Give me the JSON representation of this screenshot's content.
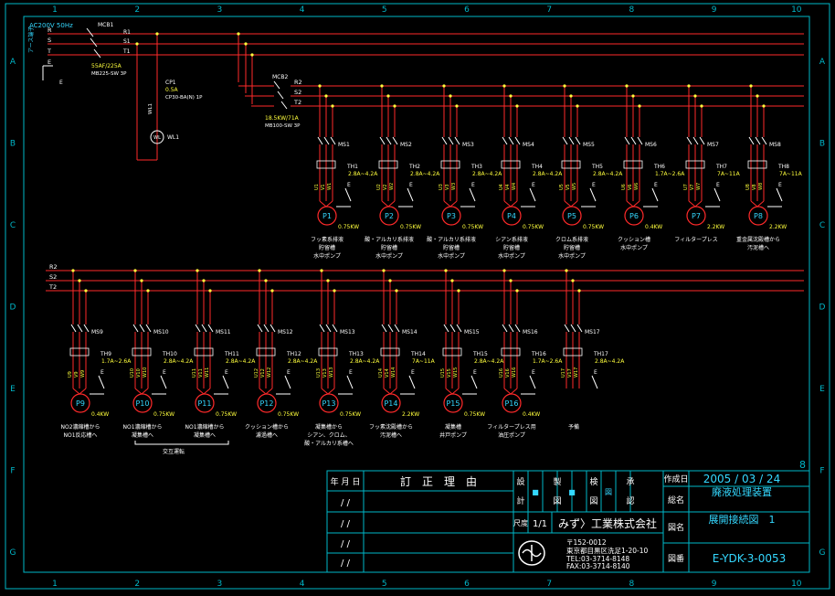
{
  "colors": {
    "background": "#000000",
    "frame": "#00b7c9",
    "red": "#ff2a2a",
    "white": "#ffffff",
    "yellow": "#ffff3c",
    "cyan": "#34d8ff",
    "terminal": "#ffff00"
  },
  "grid": {
    "columns": [
      "1",
      "2",
      "3",
      "4",
      "5",
      "6",
      "7",
      "8",
      "9",
      "10"
    ],
    "rows": [
      "A",
      "B",
      "C",
      "D",
      "E",
      "F",
      "G"
    ]
  },
  "supply": {
    "voltage_label": "AC200V 50Hz",
    "phases": [
      "R",
      "S",
      "T"
    ],
    "earth_label": "E",
    "side_note": "アース端子",
    "main_breaker": {
      "name": "MCB1",
      "rating": "55AF/225A",
      "model": "MB225-SW 3P"
    },
    "cp": {
      "name": "CP1",
      "rating": "0.5A",
      "model": "CP30-BA(N) 1P"
    },
    "lamp": {
      "wire_label": "WL1",
      "name": "WL1"
    },
    "branch_breaker": {
      "name": "MCB2",
      "rating": "18.5KW/71A",
      "model": "MB100-SW 3P"
    },
    "branch_phases": [
      "R2",
      "S2",
      "T2"
    ]
  },
  "motors": [
    {
      "id": "P1",
      "breaker": "MS1",
      "thermal": "TH1",
      "range": "2.8A~4.2A",
      "kw": "0.75KW",
      "wires": [
        "U1",
        "V1",
        "W1"
      ],
      "desc": [
        "フッ素系排液",
        "貯留槽",
        "水中ポンプ"
      ]
    },
    {
      "id": "P2",
      "breaker": "MS2",
      "thermal": "TH2",
      "range": "2.8A~4.2A",
      "kw": "0.75KW",
      "wires": [
        "U2",
        "V2",
        "W2"
      ],
      "desc": [
        "酸・アルカリ系排液",
        "貯留槽",
        "水中ポンプ"
      ]
    },
    {
      "id": "P3",
      "breaker": "MS3",
      "thermal": "TH3",
      "range": "2.8A~4.2A",
      "kw": "0.75KW",
      "wires": [
        "U3",
        "V3",
        "W3"
      ],
      "desc": [
        "酸・アルカリ系排液",
        "貯留槽",
        "水中ポンプ"
      ]
    },
    {
      "id": "P4",
      "breaker": "MS4",
      "thermal": "TH4",
      "range": "2.8A~4.2A",
      "kw": "0.75KW",
      "wires": [
        "U4",
        "V4",
        "W4"
      ],
      "desc": [
        "シアン系排液",
        "貯留槽",
        "水中ポンプ"
      ]
    },
    {
      "id": "P5",
      "breaker": "MS5",
      "thermal": "TH5",
      "range": "2.8A~4.2A",
      "kw": "0.75KW",
      "wires": [
        "U5",
        "V5",
        "W5"
      ],
      "desc": [
        "クロム系排液",
        "貯留槽",
        "水中ポンプ"
      ]
    },
    {
      "id": "P6",
      "breaker": "MS6",
      "thermal": "TH6",
      "range": "1.7A~2.6A",
      "kw": "0.4KW",
      "wires": [
        "U6",
        "V6",
        "W6"
      ],
      "desc": [
        "クッション槽",
        "水中ポンプ"
      ]
    },
    {
      "id": "P7",
      "breaker": "MS7",
      "thermal": "TH7",
      "range": "7A~11A",
      "kw": "2.2KW",
      "wires": [
        "U7",
        "V7",
        "W7"
      ],
      "desc": [
        "フィルタープレス"
      ]
    },
    {
      "id": "P8",
      "breaker": "MS8",
      "thermal": "TH8",
      "range": "7A~11A",
      "kw": "2.2KW",
      "wires": [
        "U8",
        "V8",
        "W8"
      ],
      "desc": [
        "重金属沈殿槽から",
        "汚泥槽へ"
      ]
    },
    {
      "id": "P9",
      "breaker": "MS9",
      "thermal": "TH9",
      "range": "1.7A~2.6A",
      "kw": "0.4KW",
      "wires": [
        "U9",
        "V9",
        "W9"
      ],
      "desc": [
        "NO2濃縮槽から",
        "NO1反応槽へ"
      ]
    },
    {
      "id": "P10",
      "breaker": "MS10",
      "thermal": "TH10",
      "range": "2.8A~4.2A",
      "kw": "0.75KW",
      "wires": [
        "U10",
        "V10",
        "W10"
      ],
      "desc": [
        "NO1濃縮槽から",
        "凝集槽へ"
      ]
    },
    {
      "id": "P11",
      "breaker": "MS11",
      "thermal": "TH11",
      "range": "2.8A~4.2A",
      "kw": "0.75KW",
      "wires": [
        "U11",
        "V11",
        "W11"
      ],
      "desc": [
        "NO1濃縮槽から",
        "凝集槽へ"
      ]
    },
    {
      "id": "P12",
      "breaker": "MS12",
      "thermal": "TH12",
      "range": "2.8A~4.2A",
      "kw": "0.75KW",
      "wires": [
        "U12",
        "V12",
        "W12"
      ],
      "desc": [
        "クッション槽から",
        "濾過槽へ"
      ]
    },
    {
      "id": "P13",
      "breaker": "MS13",
      "thermal": "TH13",
      "range": "2.8A~4.2A",
      "kw": "0.75KW",
      "wires": [
        "U13",
        "V13",
        "W13"
      ],
      "desc": [
        "凝集槽から",
        "シアン、クロム、",
        "酸・アルカリ系槽へ"
      ]
    },
    {
      "id": "P14",
      "breaker": "MS14",
      "thermal": "TH14",
      "range": "7A~11A",
      "kw": "2.2KW",
      "wires": [
        "U14",
        "V14",
        "W14"
      ],
      "desc": [
        "フッ素沈殿槽から",
        "汚泥槽へ"
      ]
    },
    {
      "id": "P15",
      "breaker": "MS15",
      "thermal": "TH15",
      "range": "2.8A~4.2A",
      "kw": "0.75KW",
      "wires": [
        "U15",
        "V15",
        "W15"
      ],
      "desc": [
        "凝集槽",
        "井戸ポンプ"
      ]
    },
    {
      "id": "P16",
      "breaker": "MS16",
      "thermal": "TH16",
      "range": "1.7A~2.6A",
      "kw": "0.4KW",
      "wires": [
        "U16",
        "V16",
        "W16"
      ],
      "desc": [
        "フィルタープレス用",
        "油圧ポンプ"
      ]
    },
    {
      "id": "",
      "breaker": "MS17",
      "thermal": "TH17",
      "range": "2.8A~4.2A",
      "kw": "",
      "wires": [
        "U17",
        "V17",
        "W17"
      ],
      "desc": [
        "予備"
      ]
    }
  ],
  "alternating_label": "交互運転",
  "title_block": {
    "page_marker": "8",
    "revision_headers": [
      "年 月 日",
      "訂　正　理　由"
    ],
    "revision_rows": [
      "/  /",
      "/  /",
      "/  /",
      "/  /"
    ],
    "approval_headers": [
      "設計",
      "製図",
      "検図",
      "承認"
    ],
    "approval_stamps": [
      "■",
      "■",
      "図"
    ],
    "scale_label": "尺度",
    "scale_value": "1/1",
    "company": "みず〉工業株式会社",
    "address": [
      "〒152-0012",
      "東京都目黒区洗足1-20-10",
      "TEL:03-3714-8148",
      "FAX:03-3714-8140"
    ],
    "date_label": "作成日",
    "date_value": "2005 / 03 / 24",
    "project_label": "総名",
    "project_value": "廃液処理装置",
    "drawing_label": "図名",
    "drawing_value": "展開接続図　1",
    "number_label": "図番",
    "number_value": "E-YDK-3-0053"
  }
}
